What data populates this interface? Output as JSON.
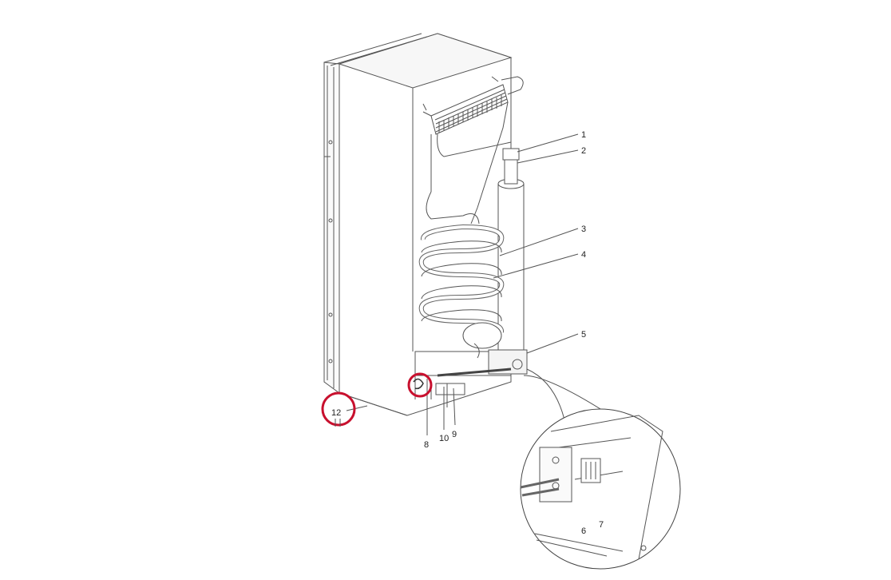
{
  "diagram": {
    "callouts": [
      {
        "id": "1",
        "text": "1"
      },
      {
        "id": "2",
        "text": "2"
      },
      {
        "id": "3",
        "text": "3"
      },
      {
        "id": "4",
        "text": "4"
      },
      {
        "id": "5",
        "text": "5"
      },
      {
        "id": "6",
        "text": "6"
      },
      {
        "id": "7",
        "text": "7"
      },
      {
        "id": "8",
        "text": "8"
      },
      {
        "id": "9",
        "text": "9"
      },
      {
        "id": "10",
        "text": "10"
      },
      {
        "id": "12",
        "text": "12"
      }
    ],
    "highlight_color": "#c8102e",
    "line_color": "#555555"
  }
}
